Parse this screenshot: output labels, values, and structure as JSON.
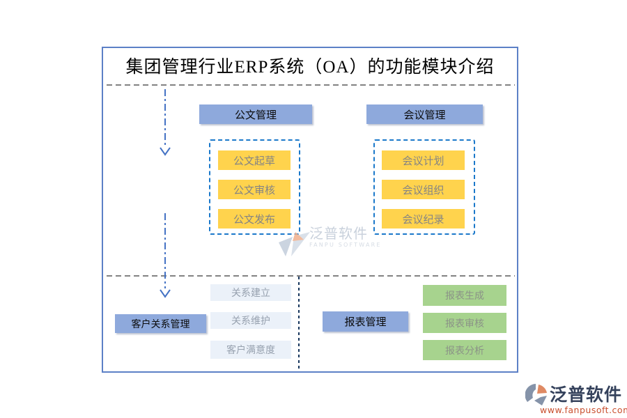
{
  "title": "集团管理行业ERP系统（OA）的功能模块介绍",
  "modules": {
    "top": [
      {
        "header": "公文管理",
        "items": [
          "公文起草",
          "公文审核",
          "公文发布"
        ]
      },
      {
        "header": "会议管理",
        "items": [
          "会议计划",
          "会议组织",
          "会议纪录"
        ]
      }
    ],
    "bottom": [
      {
        "header": "客户关系管理",
        "items": [
          "关系建立",
          "关系维护",
          "客户满意度"
        ]
      },
      {
        "header": "报表管理",
        "items": [
          "报表生成",
          "报表审核",
          "报表分析"
        ]
      }
    ]
  },
  "watermark": {
    "name": "泛普软件",
    "subtitle": "FANPU SOFTWARE"
  },
  "footer_logo": {
    "name": "泛普软件",
    "url": "www.fanpusoft.com"
  },
  "colors": {
    "frame_border": "#5C80C6",
    "header_fill": "#8EA9DC",
    "yellow_fill": "#FFD34D",
    "light_blue_fill": "#EBF1F9",
    "green_fill": "#A7D38E",
    "dashed_container_border": "#1A78CA",
    "arrow": "#4472C4",
    "gray_dash": "#828282",
    "navy_dash": "#17365D",
    "logo_text": "#35425C",
    "logo_url": "#C94F2E"
  }
}
